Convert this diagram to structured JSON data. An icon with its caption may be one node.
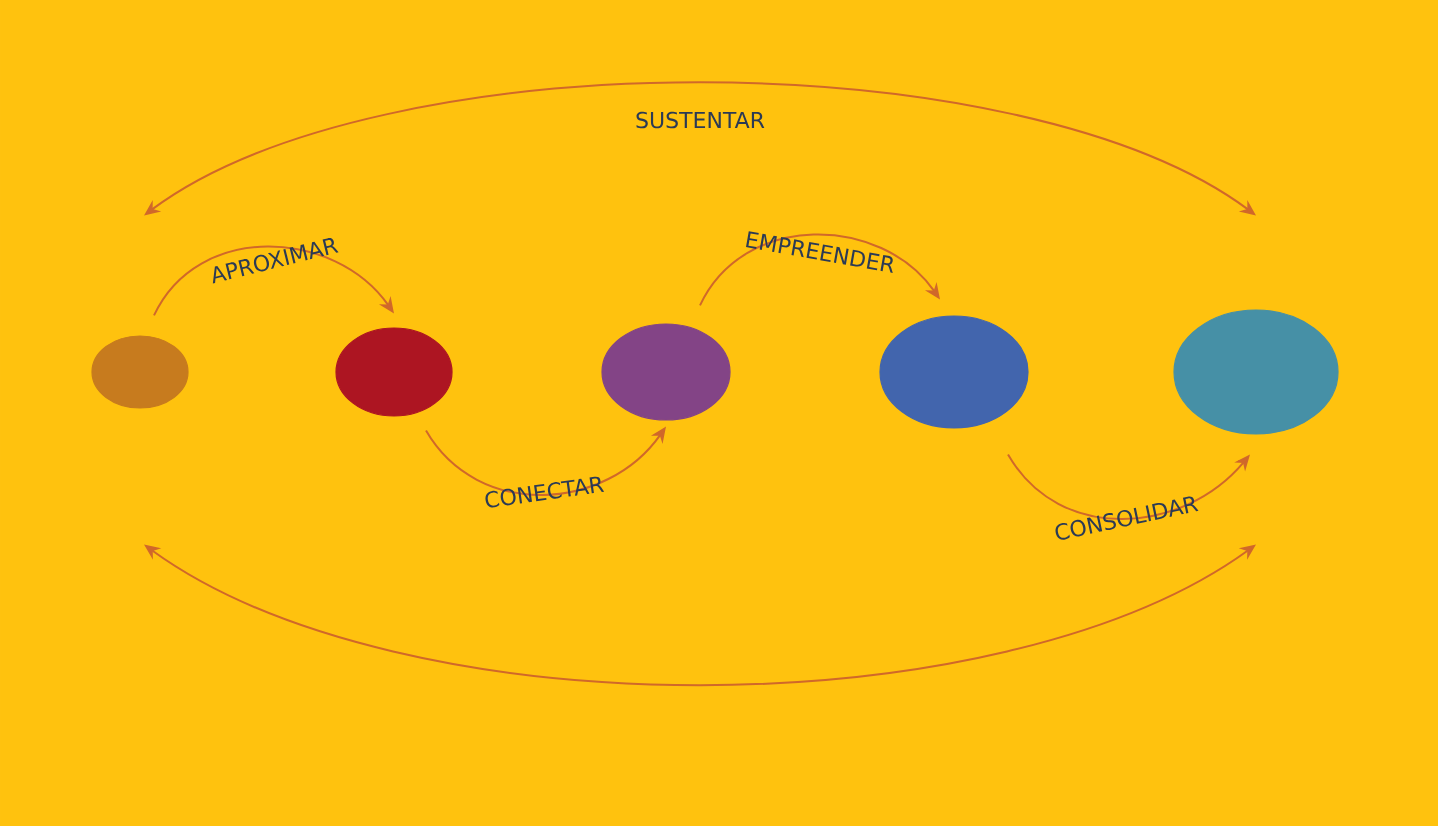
{
  "diagram": {
    "nodes": [
      {
        "text": [],
        "shape": "circle"
      },
      {
        "text": [],
        "shape": "circle"
      },
      {
        "text": [],
        "shape": "circle"
      },
      {
        "text": [],
        "shape": "circle"
      },
      {
        "text": [],
        "shape": "circle"
      }
    ],
    "edges": [
      {
        "from": 0,
        "to": 4,
        "arrow": "both",
        "label": "SUSTENTAR"
      },
      {
        "from": 0,
        "to": 1,
        "arrow": "to",
        "label": "APROXIMAR"
      },
      {
        "from": 1,
        "to": 2,
        "arrow": "to",
        "label": "CONECTAR"
      },
      {
        "from": 2,
        "to": 3,
        "arrow": "to",
        "label": "EMPREENDER"
      },
      {
        "from": 3,
        "to": 4,
        "arrow": "to",
        "label": "CONSOLIDAR"
      },
      {
        "from": 0,
        "to": 4,
        "arrow": "both"
      }
    ]
  }
}
